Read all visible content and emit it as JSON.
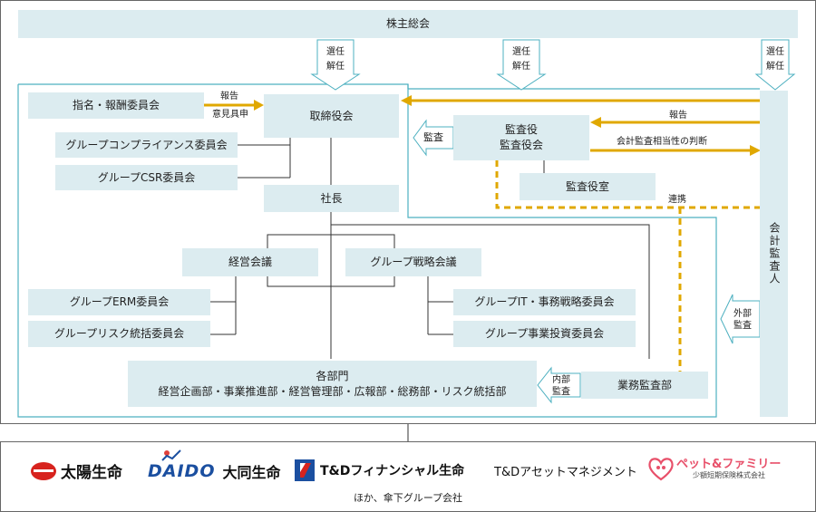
{
  "colors": {
    "box_fill": "#dcecf0",
    "frame_line": "#4db0c0",
    "gold": "#e0a800",
    "line": "#333333",
    "brand_red": "#d7231e",
    "brand_blue": "#1b4fa0"
  },
  "diagram": {
    "shareholders": "株主総会",
    "elect_dismiss": [
      "選任",
      "解任"
    ],
    "nomination_committee": "指名・報酬委員会",
    "report": "報告",
    "opinion": "意見具申",
    "board": "取締役会",
    "compliance_committee": "グループコンプライアンス委員会",
    "csr_committee": "グループCSR委員会",
    "president": "社長",
    "management_meeting": "経営会議",
    "strategy_meeting": "グループ戦略会議",
    "erm_committee": "グループERM委員会",
    "risk_committee": "グループリスク統括委員会",
    "it_committee": "グループIT・事務戦略委員会",
    "investment_committee": "グループ事業投資委員会",
    "departments_title": "各部門",
    "departments_list": "経営企画部・事業推進部・経営管理部・広報部・総務部・リスク統括部",
    "internal_audit_label": [
      "内部",
      "監査"
    ],
    "internal_audit_dept": "業務監査部",
    "auditors": [
      "監査役",
      "監査役会"
    ],
    "audit_label": "監査",
    "auditor_office": "監査役室",
    "report2": "報告",
    "accounting_judgment": "会計監査相当性の判断",
    "cooperation": "連携",
    "external_audit_label": [
      "外部",
      "監査"
    ],
    "accounting_auditor": "会計監査人"
  },
  "companies": {
    "taiyo": "太陽生命",
    "daido_logo": "DAIDO",
    "daido": "大同生命",
    "td_financial": "T&Dフィナンシャル生命",
    "td_asset": "T&Dアセットマネジメント",
    "pet_logo": "ペット&ファミリー",
    "pet_sub": "少額短期保険株式会社",
    "footer": "ほか、傘下グループ会社"
  }
}
